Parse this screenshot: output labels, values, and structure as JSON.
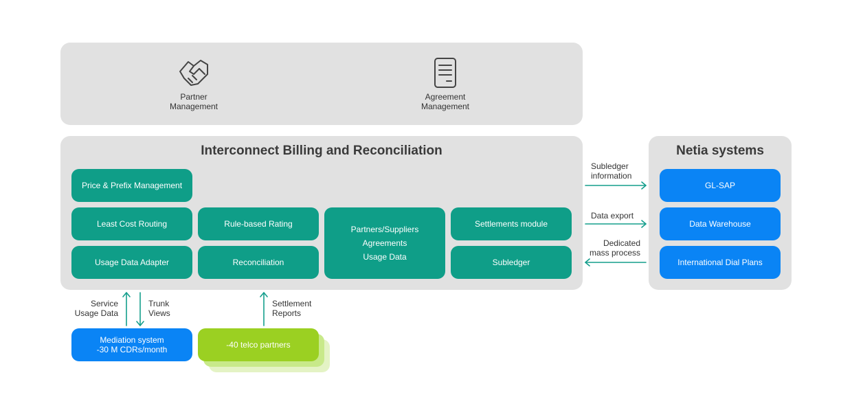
{
  "top_panel": {
    "items": [
      {
        "icon": "handshake-icon",
        "label_line1": "Partner",
        "label_line2": "Management"
      },
      {
        "icon": "document-icon",
        "label_line1": "Agreement",
        "label_line2": "Management"
      }
    ]
  },
  "ibr": {
    "title": "Interconnect Billing and Reconciliation",
    "modules": {
      "price_prefix": "Price & Prefix Management",
      "least_cost_routing": "Least Cost Routing",
      "usage_data_adapter": "Usage Data Adapter",
      "rule_based_rating": "Rule-based Rating",
      "reconciliation": "Reconciliation",
      "partners_line1": "Partners/Suppliers",
      "partners_line2": "Agreements",
      "partners_line3": "Usage Data",
      "settlements": "Settlements module",
      "subledger": "Subledger"
    }
  },
  "netia": {
    "title": "Netia systems",
    "gl_sap": "GL-SAP",
    "data_warehouse": "Data Warehouse",
    "international_dial_plans": "International Dial Plans"
  },
  "flows": {
    "subledger_info_line1": "Subledger",
    "subledger_info_line2": "information",
    "data_export": "Data export",
    "dedicated_line1": "Dedicated",
    "dedicated_line2": "mass process",
    "service_usage_line1": "Service",
    "service_usage_line2": "Usage Data",
    "trunk_views_line1": "Trunk",
    "trunk_views_line2": "Views",
    "settlement_reports_line1": "Settlement",
    "settlement_reports_line2": "Reports"
  },
  "bottom": {
    "mediation_line1": "Mediation system",
    "mediation_line2": "-30 M CDRs/month",
    "telco_partners": "-40 telco partners"
  },
  "colors": {
    "panel": "#e1e1e1",
    "teal": "#0f9e88",
    "blue": "#0a84f5",
    "green": "#9bd022",
    "arrow": "#149e8c"
  }
}
